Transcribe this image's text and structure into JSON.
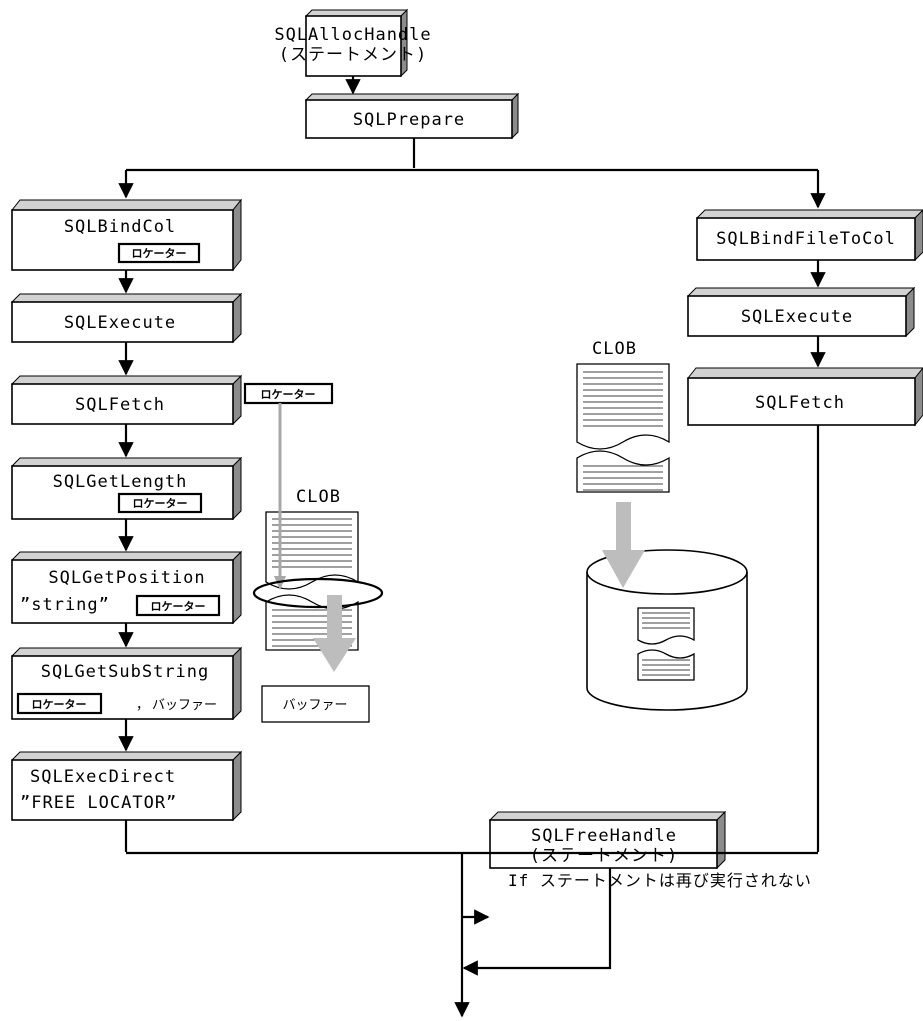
{
  "boxes": {
    "alloc": {
      "line1": "SQLAllocHandle",
      "line2": "(ステートメント)"
    },
    "prepare": {
      "line1": "SQLPrepare"
    },
    "bindcol": {
      "line1": "SQLBindCol",
      "tag": "ロケーター"
    },
    "execute_l": {
      "line1": "SQLExecute"
    },
    "fetch_l": {
      "line1": "SQLFetch"
    },
    "getlength": {
      "line1": "SQLGetLength",
      "tag": "ロケーター"
    },
    "getpos": {
      "line1": "SQLGetPosition",
      "string": "”string”",
      "tag": "ロケーター"
    },
    "getsub": {
      "line1": "SQLGetSubString",
      "tag": "ロケーター",
      "sep": "，",
      "buffer": "バッファー"
    },
    "execdirect": {
      "line1": "SQLExecDirect",
      "line2": "”FREE LOCATOR”"
    },
    "bindfile": {
      "line1": "SQLBindFileToCol"
    },
    "execute_r": {
      "line1": "SQLExecute"
    },
    "fetch_r": {
      "line1": "SQLFetch"
    },
    "freehandle": {
      "line1": "SQLFreeHandle",
      "line2": "(ステートメント)"
    }
  },
  "middle": {
    "locator_tag": "ロケーター",
    "clob_label": "CLOB",
    "buffer_box": "バッファー"
  },
  "right": {
    "clob_label": "CLOB"
  },
  "condition": "If ステートメントは再び実行されない"
}
